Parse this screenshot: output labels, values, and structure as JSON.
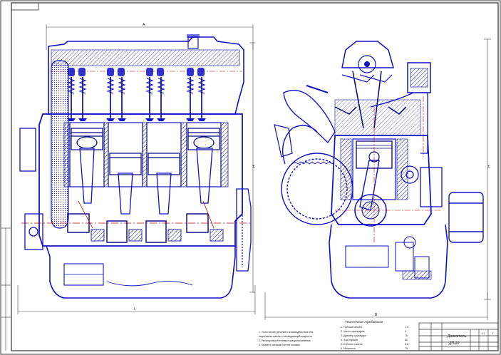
{
  "drawing": {
    "colors": {
      "line": "#1010c8",
      "line_dark": "#00008a",
      "axis": "#c00000",
      "hatch": "#00008a",
      "dim": "#444444",
      "paper": "#ffffff"
    },
    "dimensions": {
      "left_overall_width": "А",
      "left_height": "Н",
      "left_length_bottom": "L",
      "right_overall_width": "В",
      "right_height": "Н"
    },
    "notes": {
      "requirements_title": "Технические требования",
      "left_column": [
        "1. Уплотнение деталей и взаимодействие без",
        "подтекания масла и охлаждающей жидкости",
        "2. Регулировка тепловых зазоров клапанов",
        "3. Момент затяжки болтов головки"
      ],
      "right_column": [
        "1. Рабочий объём",
        "2. Число цилиндров",
        "3. Диаметр цилиндра",
        "4. Ход поршня",
        "5. Степень сжатия",
        "6. Мощность"
      ],
      "right_values": [
        "1,5",
        "4",
        "76",
        "80",
        "8,8",
        "75"
      ]
    },
    "title_block": {
      "header": "Двигатель",
      "doc_code": "ДП-22",
      "sheet": "1",
      "scale": "1:1"
    }
  }
}
